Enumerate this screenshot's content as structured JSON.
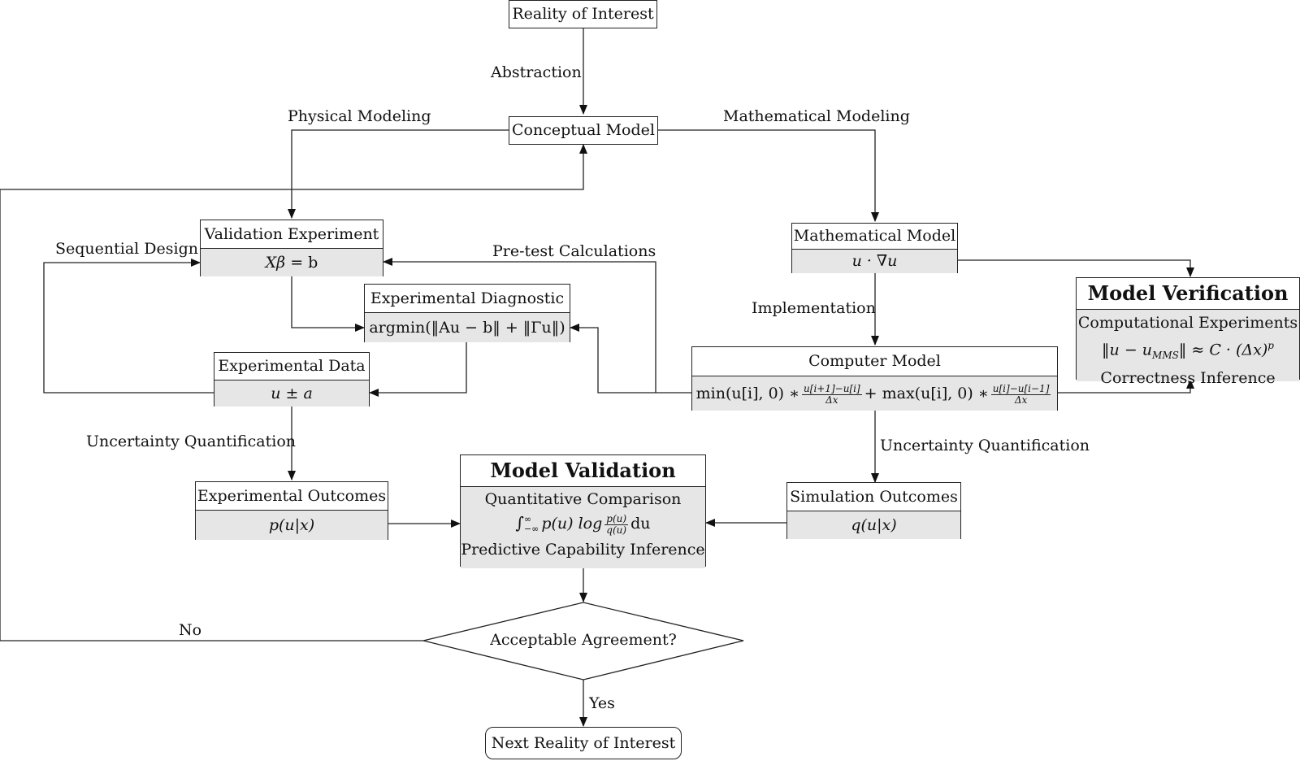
{
  "nodes": {
    "reality": "Reality of Interest",
    "conceptual": "Conceptual Model",
    "validation_experiment": {
      "title": "Validation Experiment",
      "eq_lhs": "Xβ",
      "eq_rhs": " = b"
    },
    "experimental_diagnostic": {
      "title": "Experimental Diagnostic",
      "formula": "argmin(‖Au − b‖ + ‖Γu‖)"
    },
    "experimental_data": {
      "title": "Experimental Data",
      "formula": "u ± a"
    },
    "experimental_outcomes": {
      "title": "Experimental Outcomes",
      "formula": "p(u|x)"
    },
    "mathematical_model": {
      "title": "Mathematical Model",
      "formula": "u · ∇u"
    },
    "computer_model": {
      "title": "Computer Model",
      "part1": "min(u[i], 0) ∗",
      "frac1_num": "u[i+1]−u[i]",
      "frac1_den": "Δx",
      "part2": "+ max(u[i], 0) ∗",
      "frac2_num": "u[i]−u[i−1]",
      "frac2_den": "Δx"
    },
    "simulation_outcomes": {
      "title": "Simulation Outcomes",
      "formula": "q(u|x)"
    },
    "model_verification": {
      "title": "Model Verification",
      "line1": "Computational Experiments",
      "line2": "‖u − u",
      "line2_sub": "MMS",
      "line2_rest": "‖ ≈ C · (Δx)",
      "line2_sup": "p",
      "line3": "Correctness Inference"
    },
    "model_validation": {
      "title": "Model Validation",
      "line1": "Quantitative Comparison",
      "integral": "∫",
      "int_sup": "∞",
      "int_sub": "−∞",
      "line2_a": "p(u) log",
      "frac_num": "p(u)",
      "frac_den": "q(u)",
      "line2_b": "du",
      "line3": "Predictive Capability Inference"
    },
    "decision": "Acceptable Agreement?",
    "next_reality": "Next Reality of Interest"
  },
  "edge_labels": {
    "abstraction": "Abstraction",
    "physical_modeling": "Physical Modeling",
    "mathematical_modeling": "Mathematical Modeling",
    "sequential_design": "Sequential Design",
    "pre_test_calculations": "Pre-test Calculations",
    "implementation": "Implementation",
    "uq_left": "Uncertainty Quantification",
    "uq_right": "Uncertainty Quantification",
    "no": "No",
    "yes": "Yes"
  }
}
